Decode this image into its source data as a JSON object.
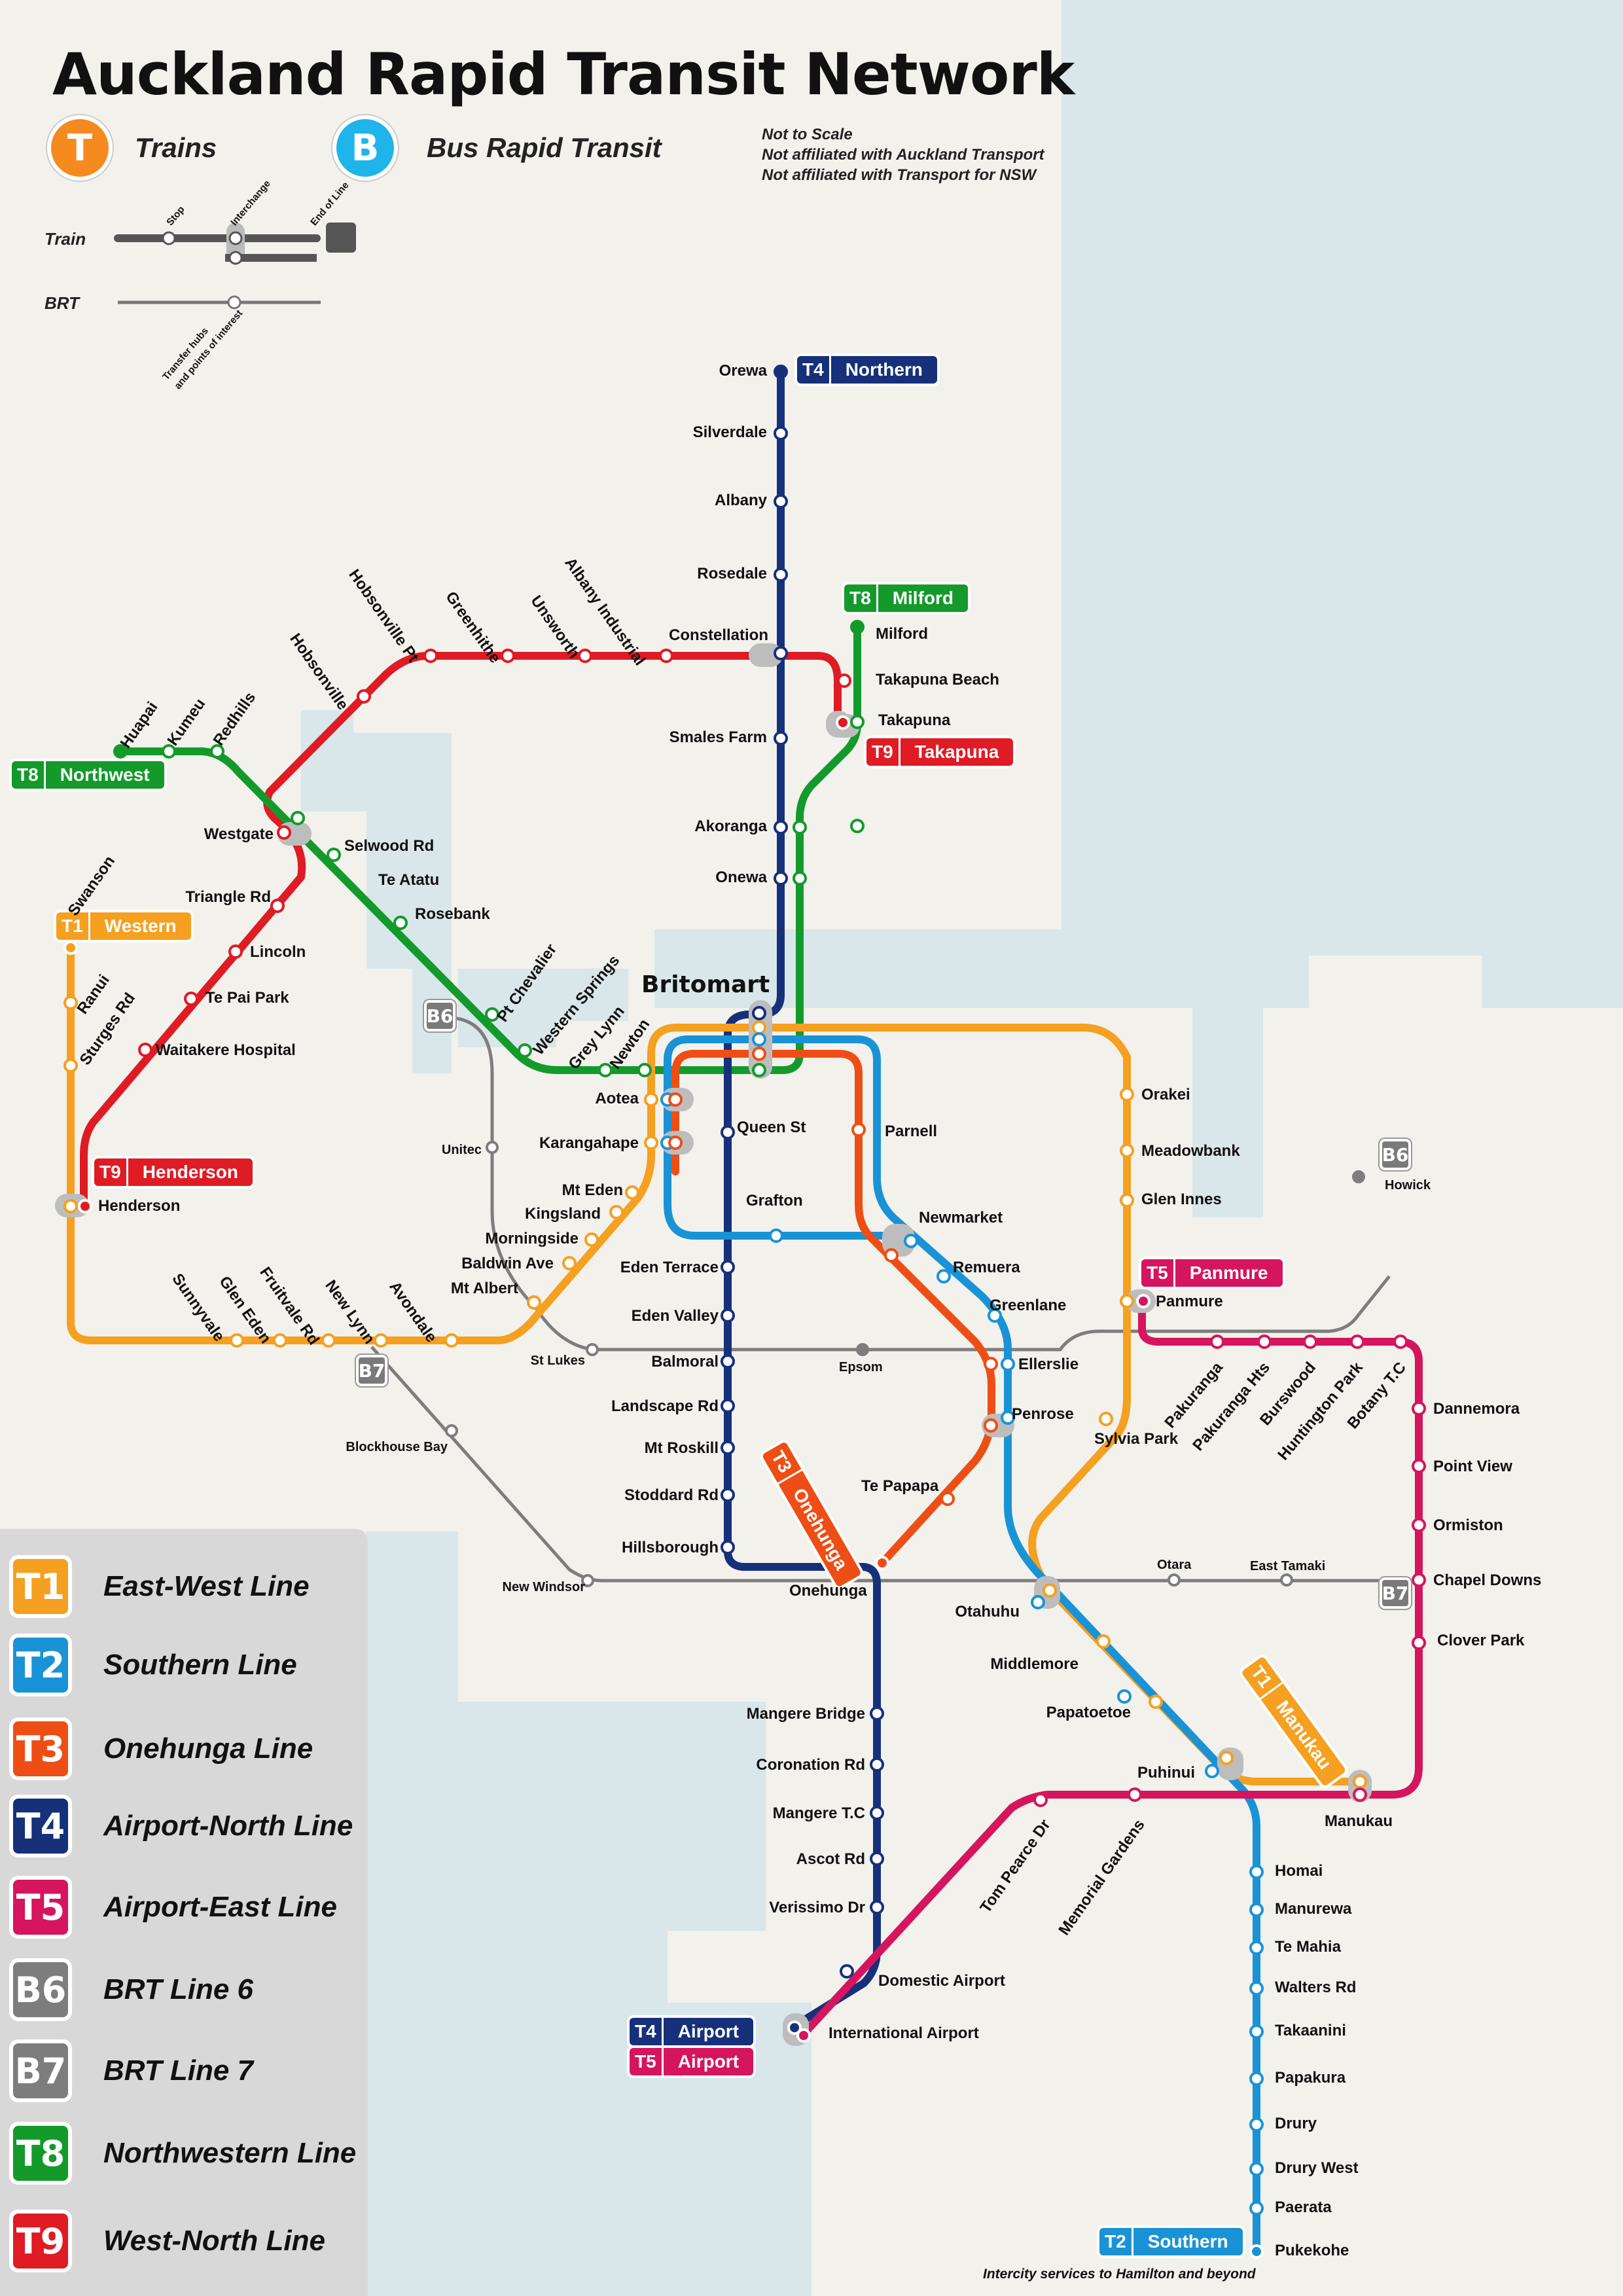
{
  "title": "Auckland Rapid Transit Network",
  "modes": [
    {
      "letter": "T",
      "label": "Trains",
      "color": "#f58a1f"
    },
    {
      "letter": "B",
      "label": "Bus Rapid Transit",
      "color": "#1fb5ea"
    }
  ],
  "disclaimers": [
    "Not to Scale",
    "Not affiliated with Auckland Transport",
    "Not affiliated with Transport for NSW"
  ],
  "key": {
    "train_label": "Train",
    "brt_label": "BRT",
    "stop": "Stop",
    "interchange": "Interchange",
    "end_of_line": "End of Line",
    "transfer_hubs": "Transfer hubs",
    "points_of_interest": "and points of interest"
  },
  "colors": {
    "T1": "#f5a020",
    "T2": "#1a93d6",
    "T3": "#ee4e15",
    "T4": "#16317a",
    "T5": "#d5155e",
    "B": "#7d7d7d",
    "T8": "#139a2b",
    "T9": "#df1b24",
    "water": "#d9e6ea",
    "land": "#f2f1ec"
  },
  "lines": [
    {
      "code": "T1",
      "name": "East-West Line"
    },
    {
      "code": "T2",
      "name": "Southern Line"
    },
    {
      "code": "T3",
      "name": "Onehunga Line"
    },
    {
      "code": "T4",
      "name": "Airport-North Line"
    },
    {
      "code": "T5",
      "name": "Airport-East Line"
    },
    {
      "code": "B6",
      "name": "BRT Line 6"
    },
    {
      "code": "B7",
      "name": "BRT Line 7"
    },
    {
      "code": "T8",
      "name": "Northwestern Line"
    },
    {
      "code": "T9",
      "name": "West-North Line"
    }
  ],
  "terminus_tags": [
    {
      "code": "T4",
      "name": "Northern"
    },
    {
      "code": "T8",
      "name": "Milford"
    },
    {
      "code": "T9",
      "name": "Takapuna"
    },
    {
      "code": "T8",
      "name": "Northwest"
    },
    {
      "code": "T1",
      "name": "Western"
    },
    {
      "code": "T9",
      "name": "Henderson"
    },
    {
      "code": "T5",
      "name": "Panmure"
    },
    {
      "code": "T3",
      "name": "Onehunga"
    },
    {
      "code": "T1",
      "name": "Manukau"
    },
    {
      "code": "T4",
      "name": "Airport"
    },
    {
      "code": "T5",
      "name": "Airport"
    },
    {
      "code": "T2",
      "name": "Southern"
    }
  ],
  "brt_badges": [
    "B6",
    "B6",
    "B7",
    "B7"
  ],
  "hub": "Britomart",
  "stations": {
    "orewa": "Orewa",
    "silverdale": "Silverdale",
    "albany": "Albany",
    "rosedale": "Rosedale",
    "constellation": "Constellation",
    "smales_farm": "Smales Farm",
    "akoranga": "Akoranga",
    "onewa": "Onewa",
    "milford": "Milford",
    "takapuna_beach": "Takapuna Beach",
    "takapuna": "Takapuna",
    "huapai": "Huapai",
    "kumeu": "Kumeu",
    "redhills": "Redhills",
    "hobsonville": "Hobsonville",
    "hobsonville_pt": "Hobsonville Pt",
    "greenhithe": "Greenhithe",
    "unsworth": "Unsworth",
    "albany_industrial": "Albany Industrial",
    "westgate": "Westgate",
    "selwood_rd": "Selwood Rd",
    "te_atatu": "Te Atatu",
    "rosebank": "Rosebank",
    "pt_chevalier": "Pt Chevalier",
    "western_springs": "Western Springs",
    "grey_lynn": "Grey Lynn",
    "newton": "Newton",
    "triangle_rd": "Triangle Rd",
    "lincoln": "Lincoln",
    "te_pai_park": "Te Pai Park",
    "waitakere_hospital": "Waitakere Hospital",
    "henderson": "Henderson",
    "swanson": "Swanson",
    "ranui": "Ranui",
    "sturges_rd": "Sturges Rd",
    "sunnyvale": "Sunnyvale",
    "glen_eden": "Glen Eden",
    "fruitvale_rd": "Fruitvale Rd",
    "new_lynn": "New Lynn",
    "avondale": "Avondale",
    "mt_albert": "Mt Albert",
    "baldwin_ave": "Baldwin Ave",
    "morningside": "Morningside",
    "kingsland": "Kingsland",
    "mt_eden": "Mt Eden",
    "aotea": "Aotea",
    "karangahape": "Karangahape",
    "queen_st": "Queen St",
    "parnell": "Parnell",
    "grafton": "Grafton",
    "newmarket": "Newmarket",
    "remuera": "Remuera",
    "greenlane": "Greenlane",
    "ellerslie": "Ellerslie",
    "penrose": "Penrose",
    "te_papapa": "Te Papapa",
    "onehunga": "Onehunga",
    "eden_terrace": "Eden Terrace",
    "eden_valley": "Eden Valley",
    "balmoral": "Balmoral",
    "landscape_rd": "Landscape Rd",
    "mt_roskill": "Mt Roskill",
    "stoddard_rd": "Stoddard Rd",
    "hillsborough": "Hillsborough",
    "mangere_bridge": "Mangere Bridge",
    "coronation_rd": "Coronation Rd",
    "mangere_tc": "Mangere T.C",
    "ascot_rd": "Ascot Rd",
    "verissimo_dr": "Verissimo Dr",
    "domestic_airport": "Domestic Airport",
    "international_airport": "International Airport",
    "orakei": "Orakei",
    "meadowbank": "Meadowbank",
    "glen_innes": "Glen Innes",
    "panmure": "Panmure",
    "sylvia_park": "Sylvia Park",
    "pakuranga": "Pakuranga",
    "pakuranga_hts": "Pakuranga Hts",
    "burswood": "Burswood",
    "huntington_park": "Huntington Park",
    "botany_tc": "Botany T.C",
    "dannemora": "Dannemora",
    "point_view": "Point View",
    "ormiston": "Ormiston",
    "chapel_downs": "Chapel Downs",
    "clover_park": "Clover Park",
    "manukau": "Manukau",
    "otahuhu": "Otahuhu",
    "middlemore": "Middlemore",
    "papatoetoe": "Papatoetoe",
    "puhinui": "Puhinui",
    "tom_pearce_dr": "Tom Pearce Dr",
    "memorial_gardens": "Memorial Gardens",
    "homai": "Homai",
    "manurewa": "Manurewa",
    "te_mahia": "Te Mahia",
    "walters_rd": "Walters Rd",
    "takaanini": "Takaanini",
    "papakura": "Papakura",
    "drury": "Drury",
    "drury_west": "Drury West",
    "paerata": "Paerata",
    "pukekohe": "Pukekohe",
    "unitec": "Unitec",
    "st_lukes": "St Lukes",
    "epsom": "Epsom",
    "howick": "Howick",
    "blockhouse_bay": "Blockhouse Bay",
    "new_windsor": "New Windsor",
    "otara": "Otara",
    "east_tamaki": "East Tamaki"
  },
  "footnote": "Intercity services to Hamilton and beyond"
}
